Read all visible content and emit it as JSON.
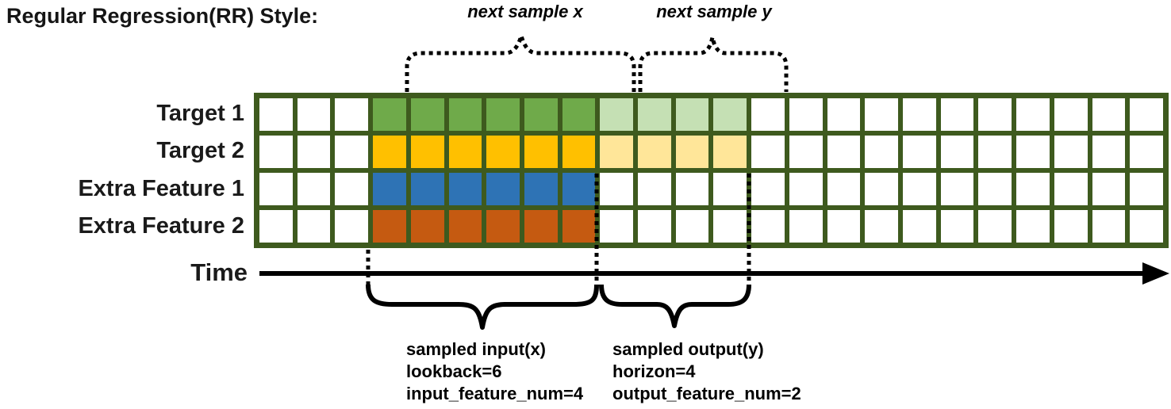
{
  "title": "Regular Regression(RR) Style:",
  "top_annotations": {
    "next_sample_x": "next sample x",
    "next_sample_y": "next sample y"
  },
  "grid": {
    "columns": 24,
    "leading_empty_cols": 3,
    "input_cols": 6,
    "output_cols": 4,
    "rows": [
      {
        "label": "Target 1",
        "input_color": "#6FAA4A",
        "output_color": "#C5E0B4"
      },
      {
        "label": "Target 2",
        "input_color": "#FFC000",
        "output_color": "#FFE699"
      },
      {
        "label": "Extra Feature 1",
        "input_color": "#2E73B5",
        "output_color": null
      },
      {
        "label": "Extra Feature 2",
        "input_color": "#C55A11",
        "output_color": null
      }
    ]
  },
  "time_axis": {
    "label": "Time"
  },
  "bottom_annotations": {
    "input_block": {
      "lines": [
        "sampled input(x)",
        "lookback=6",
        "input_feature_num=4"
      ]
    },
    "output_block": {
      "lines": [
        "sampled output(y)",
        "horizon=4",
        "output_feature_num=2"
      ]
    }
  },
  "colors": {
    "grid_border": "#3E5A1E",
    "annotation_black": "#000000",
    "cell_empty": "#FFFFFF"
  }
}
